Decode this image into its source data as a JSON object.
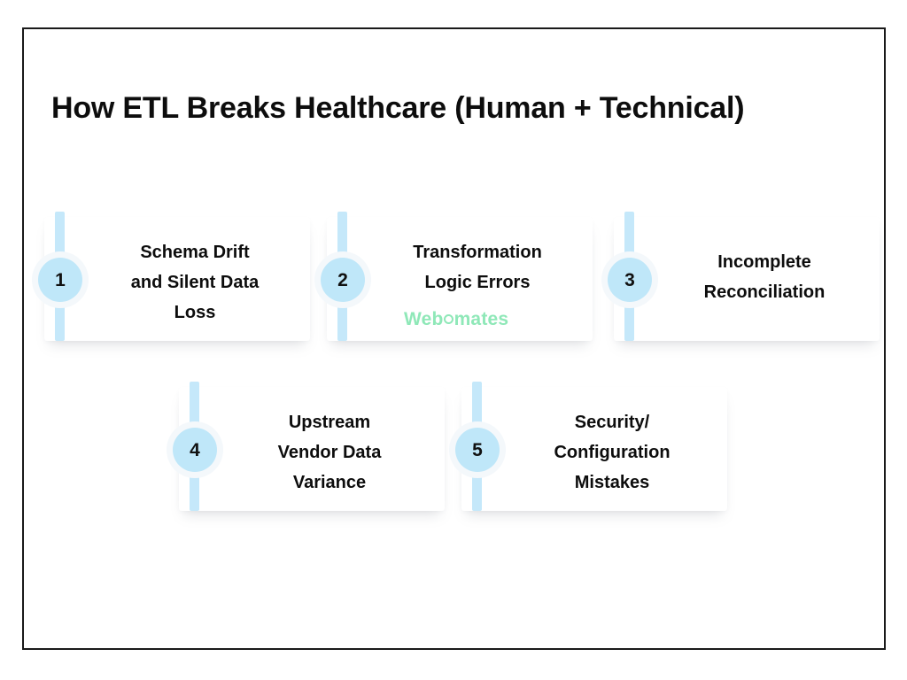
{
  "slide": {
    "title": "How ETL Breaks Healthcare (Human + Technical)",
    "border_color": "#1a1a1a",
    "background_color": "#ffffff"
  },
  "theme": {
    "rail_color": "#c5e8fa",
    "badge_color": "#bfe7f9",
    "badge_halo_color": "#f4f8fb",
    "text_color": "#0d0d0d",
    "watermark_color": "#8fe8b8"
  },
  "items": [
    {
      "number": "1",
      "label": "Schema Drift and Silent Data Loss",
      "line1": "Schema Drift",
      "line2": "and Silent Data",
      "line3": "Loss"
    },
    {
      "number": "2",
      "label": "Transformation Logic Errors",
      "line1": "Transformation",
      "line2": "Logic Errors",
      "line3": ""
    },
    {
      "number": "3",
      "label": "Incomplete Reconciliation",
      "line1": "Incomplete",
      "line2": "Reconciliation",
      "line3": ""
    },
    {
      "number": "4",
      "label": "Upstream Vendor Data Variance",
      "line1": "Upstream",
      "line2": "Vendor Data",
      "line3": "Variance"
    },
    {
      "number": "5",
      "label": "Security/ Configuration Mistakes",
      "line1": "Security/",
      "line2": "Configuration",
      "line3": "Mistakes"
    }
  ],
  "watermark": {
    "part1": "Web",
    "part2": "mates",
    "full": "Webomates"
  }
}
